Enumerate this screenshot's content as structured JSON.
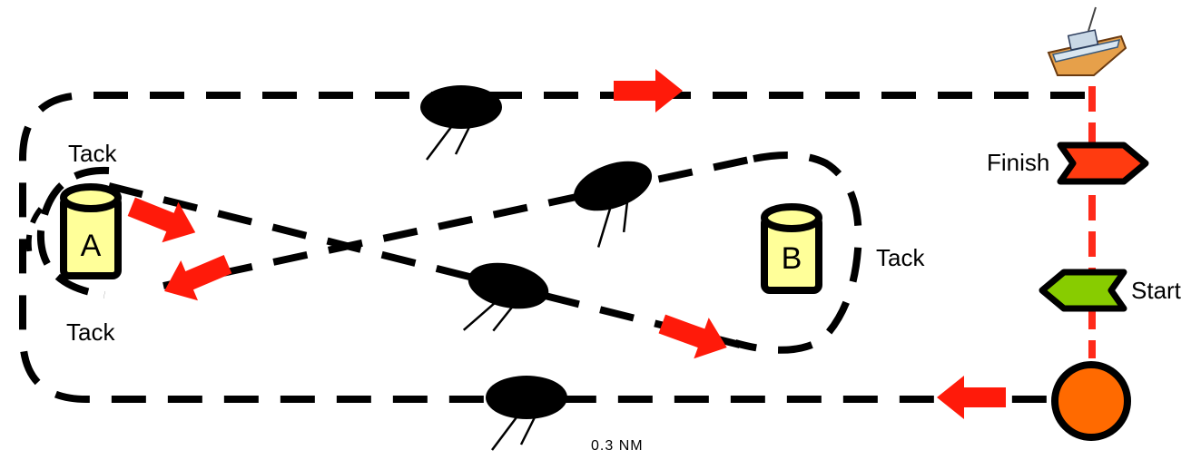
{
  "labels": {
    "tack_top": "Tack",
    "tack_bottom": "Tack",
    "tack_right": "Tack",
    "finish": "Finish",
    "start": "Start",
    "distance": "0.3 NM"
  },
  "marks": {
    "a": "A",
    "b": "B"
  },
  "colors": {
    "course_line": "#000000",
    "direction_arrow": "#ff1a0a",
    "finish_line": "#ff2a1a",
    "mark_fill": "#ffff99",
    "start_pin": "#ff6a00",
    "start_arrow": "#88cc00",
    "finish_arrow": "#ff3b10"
  },
  "icons": [
    "boat-icon",
    "bug-silhouette-icon",
    "buoy-icon",
    "direction-arrow-icon",
    "start-pin-icon"
  ]
}
